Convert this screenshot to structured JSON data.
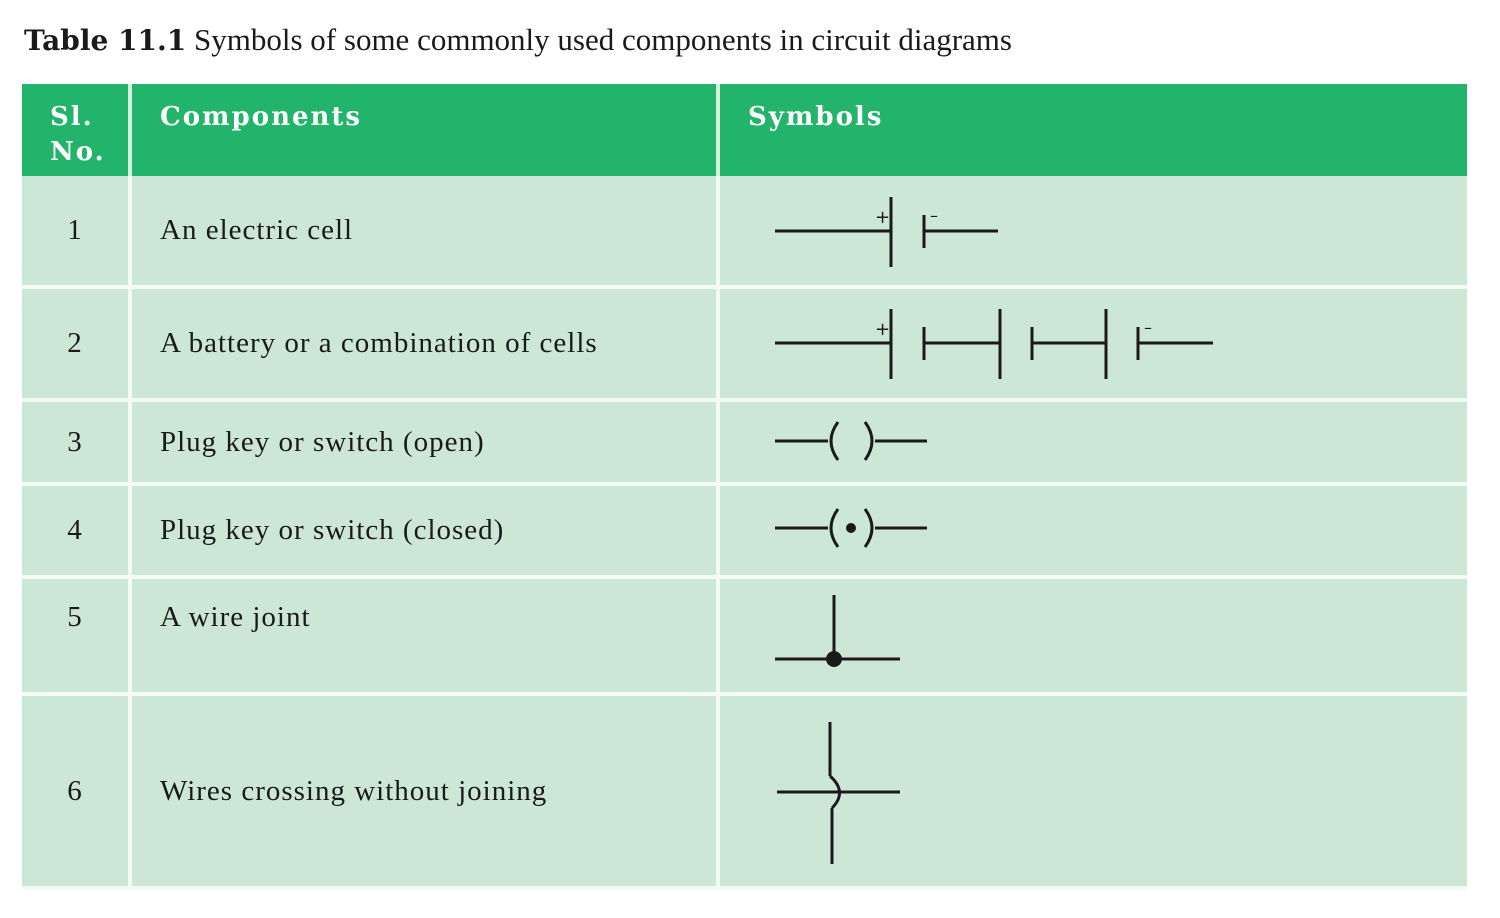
{
  "caption": {
    "label": "Table 11.1",
    "text": " Symbols of some commonly used components in circuit diagrams"
  },
  "table": {
    "headers": [
      "Sl. No.",
      "Components",
      "Symbols"
    ],
    "rows": [
      {
        "no": "1",
        "component": "An electric cell",
        "symbol": "electric-cell"
      },
      {
        "no": "2",
        "component": "A battery or a combination of cells",
        "symbol": "battery"
      },
      {
        "no": "3",
        "component": "Plug key or switch (open)",
        "symbol": "plug-key-open"
      },
      {
        "no": "4",
        "component": "Plug key or switch (closed)",
        "symbol": "plug-key-closed"
      },
      {
        "no": "5",
        "component": "A wire joint",
        "symbol": "wire-joint"
      },
      {
        "no": "6",
        "component": "Wires crossing without joining",
        "symbol": "wires-crossing"
      }
    ],
    "plus_sign": "+",
    "minus_sign": "–"
  },
  "colors": {
    "header": "#22b46a",
    "row": "#cde7d6"
  }
}
